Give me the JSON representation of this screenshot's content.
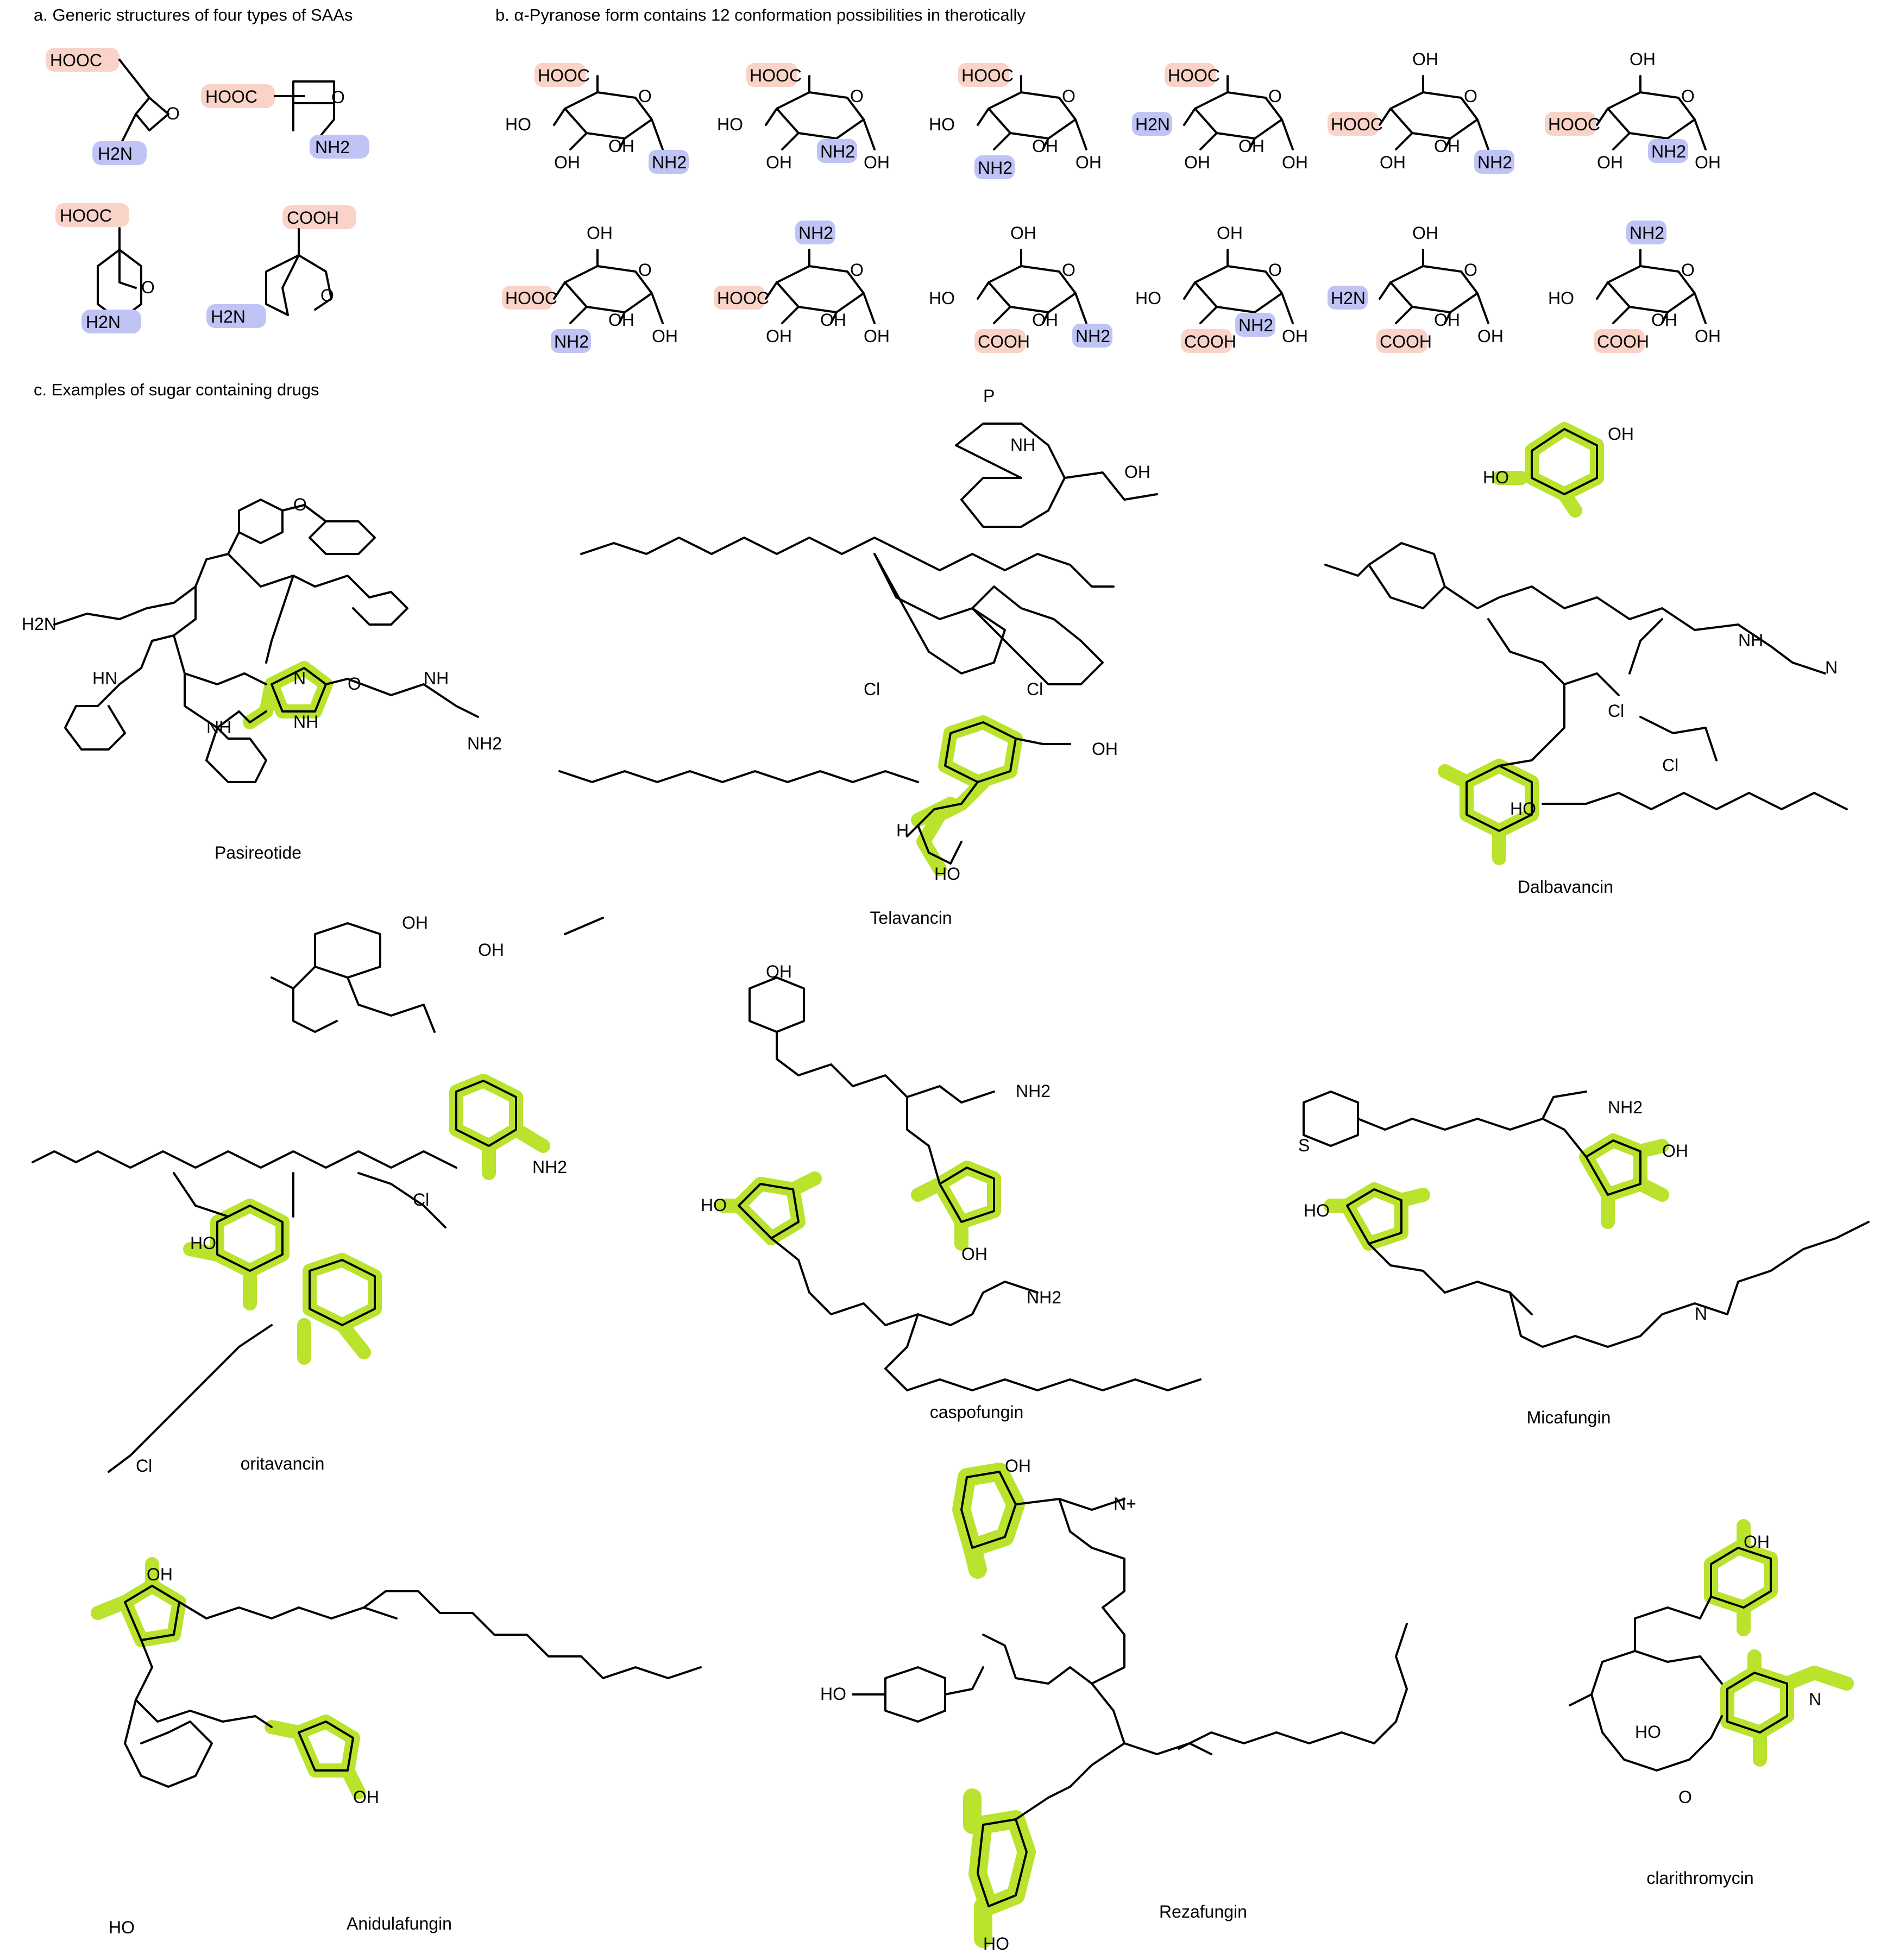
{
  "colors": {
    "acid_tag": "#f9d3c8",
    "amine_tag": "#bfc4f5",
    "highlight": "#b9e32d",
    "ink": "#000000"
  },
  "section_a": {
    "title": "a. Generic structures of four types of SAAs",
    "acid": "HOOC",
    "acid_alt": "COOH",
    "amine": "H2N",
    "amine_alt": "NH2",
    "oxygen": "O"
  },
  "section_b": {
    "title": "b. α-Pyranose form contains 12 conformation possibilities in therotically",
    "acid": "HOOC",
    "acid_alt": "COOH",
    "amine": "NH2",
    "amine_alt": "H2N",
    "hydroxyl": "OH",
    "hydroxyl_alt": "HO",
    "oxygen": "O"
  },
  "section_c": {
    "title": "c. Examples of sugar containing drugs",
    "drugs": [
      "Pasireotide",
      "Telavancin",
      "Dalbavancin",
      "oritavancin",
      "caspofungin",
      "Micafungin",
      "Anidulafungin",
      "Rezafungin",
      "clarithromycin"
    ],
    "atoms": {
      "amine": "NH2",
      "amine_left": "H2N",
      "nh": "NH",
      "hn": "HN",
      "n": "N",
      "h": "H",
      "oh": "OH",
      "ho": "HO",
      "o": "O",
      "cl": "Cl",
      "p": "P",
      "s": "S",
      "nmethyl": "N",
      "nplus": "N+"
    }
  }
}
